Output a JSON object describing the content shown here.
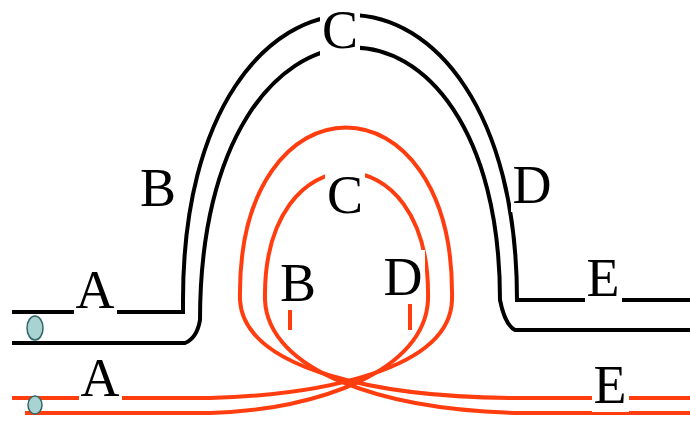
{
  "diagram": {
    "labels": [
      "C",
      "B",
      "D",
      "C",
      "B",
      "D",
      "A",
      "E",
      "A",
      "E"
    ]
  }
}
